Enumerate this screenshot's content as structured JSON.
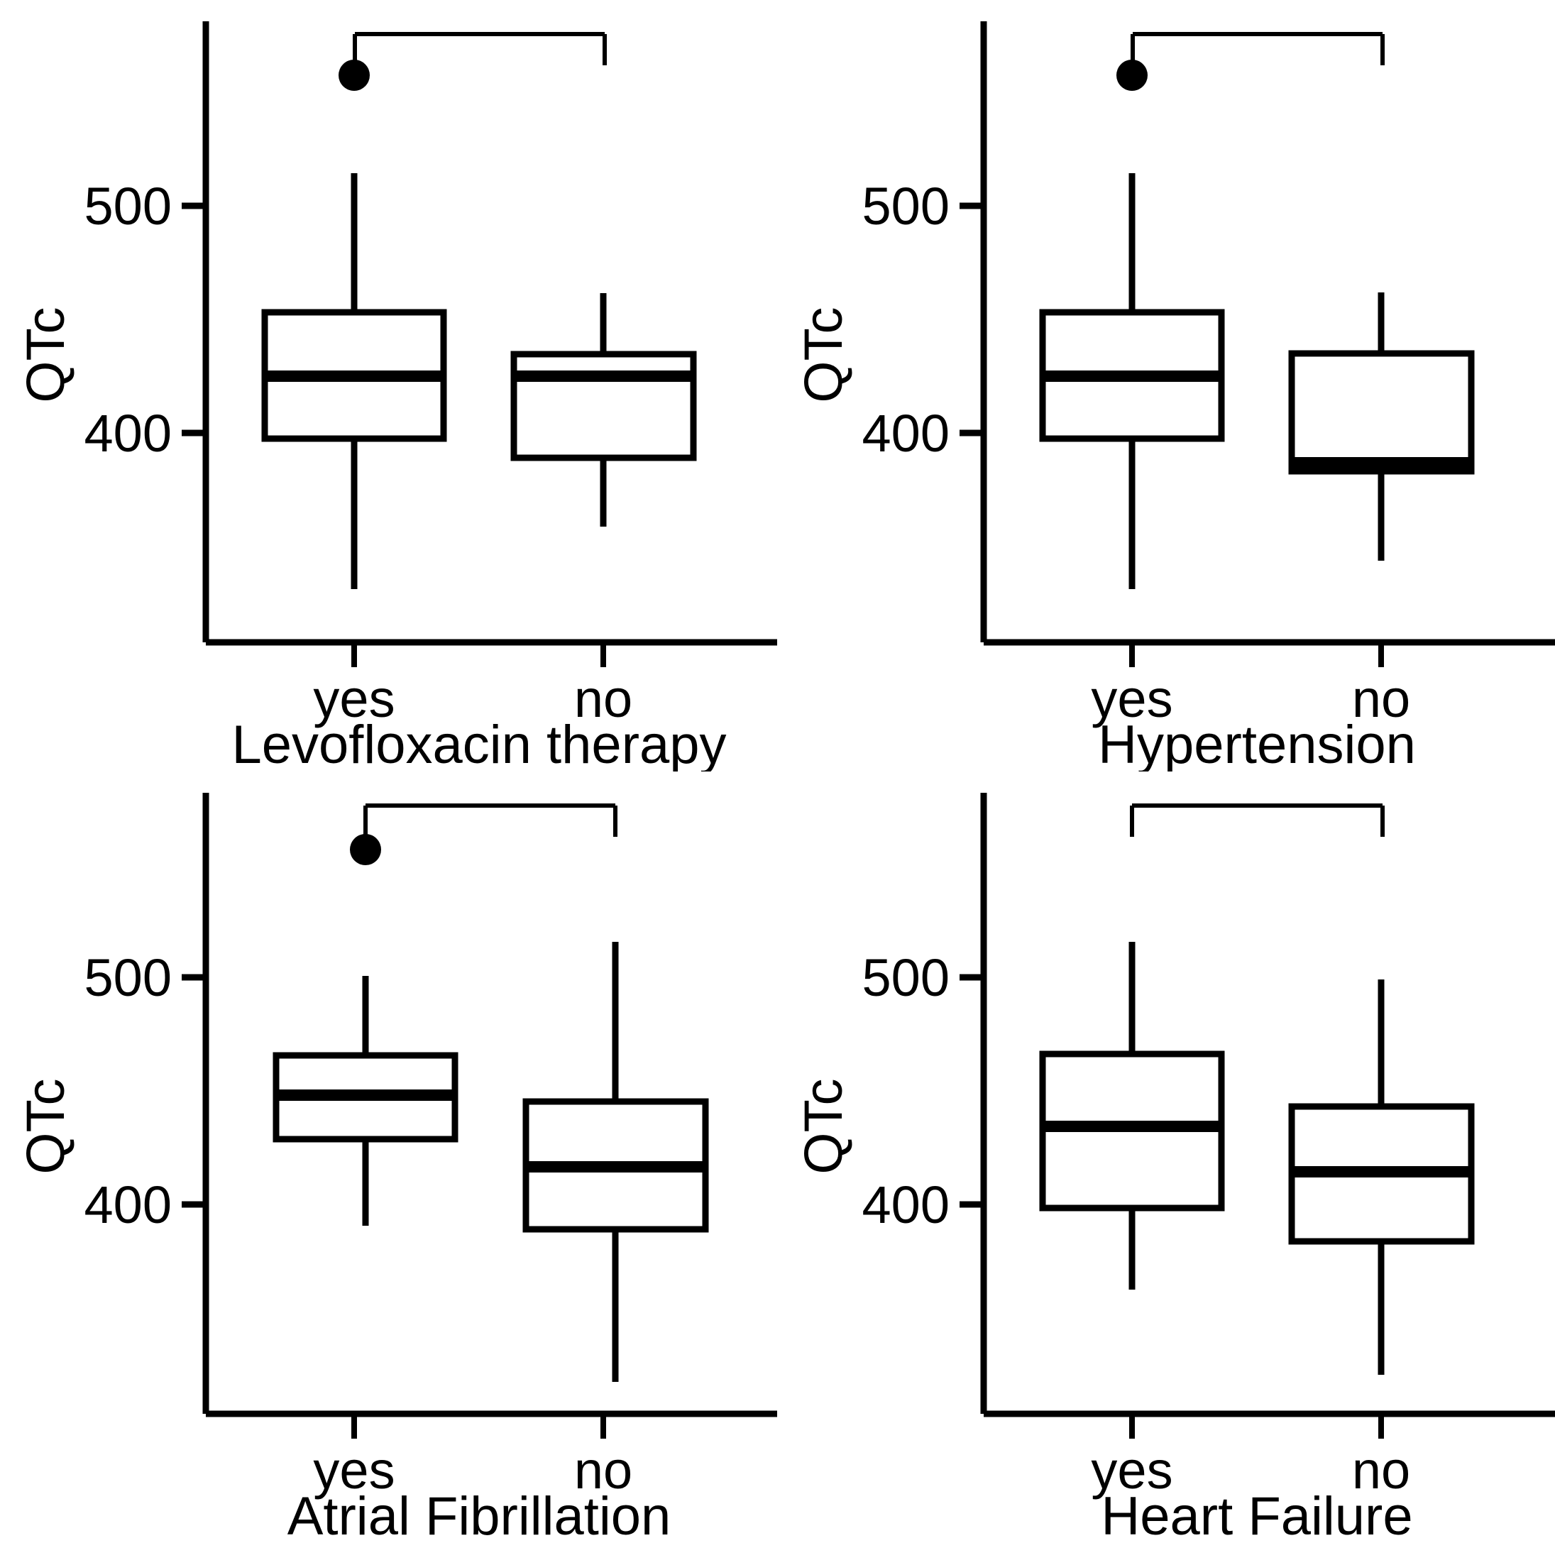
{
  "figure": {
    "type": "boxplot-grid",
    "rows": 2,
    "cols": 2,
    "background": "#ffffff",
    "line_color": "#000000",
    "y_axis_label": "QTc",
    "y_ticks": [
      400,
      500
    ],
    "y_tick_labels": [
      "400",
      "500"
    ],
    "category_labels": [
      "yes",
      "no"
    ]
  },
  "chart_data": {
    "type": "box",
    "title": "",
    "ylabel": "QTc",
    "xlabel": "",
    "ylim": [
      300,
      600
    ],
    "grid": false,
    "legend": false,
    "y_ticks": [
      400,
      500
    ],
    "panels": [
      {
        "id": "levofloxacin",
        "xlabel": "Levofloxacin therapy",
        "ylabel": "QTc",
        "categories": [
          "yes",
          "no"
        ],
        "significance_bracket": {
          "from": "yes",
          "to": "no",
          "label": ""
        },
        "boxes": [
          {
            "category": "yes",
            "lower_whisker": 340,
            "q1": 394,
            "median": 422,
            "q3": 450,
            "upper_whisker": 518,
            "outliers": [
              563
            ]
          },
          {
            "category": "no",
            "lower_whisker": 363,
            "q1": 381,
            "median": 422,
            "q3": 431,
            "upper_whisker": 459,
            "outliers": []
          }
        ]
      },
      {
        "id": "hypertension",
        "xlabel": "Hypertension",
        "ylabel": "QTc",
        "categories": [
          "yes",
          "no"
        ],
        "significance_bracket": {
          "from": "yes",
          "to": "no",
          "label": ""
        },
        "boxes": [
          {
            "category": "yes",
            "lower_whisker": 340,
            "q1": 394,
            "median": 422,
            "q3": 450,
            "upper_whisker": 518,
            "outliers": [
              563
            ]
          },
          {
            "category": "no",
            "lower_whisker": 369,
            "q1": 379,
            "median": 382,
            "q3": 431,
            "upper_whisker": 459,
            "outliers": []
          }
        ]
      },
      {
        "id": "atrial-fibrillation",
        "xlabel": "Atrial Fibrillation",
        "ylabel": "QTc",
        "categories": [
          "yes",
          "no"
        ],
        "significance_bracket": {
          "from": "yes",
          "to": "no",
          "label": ""
        },
        "boxes": [
          {
            "category": "yes",
            "lower_whisker": 380,
            "q1": 425,
            "median": 437,
            "q3": 455,
            "upper_whisker": 497,
            "outliers": [
              559
            ]
          },
          {
            "category": "no",
            "lower_whisker": 333,
            "q1": 382,
            "median": 410,
            "q3": 440,
            "upper_whisker": 518,
            "outliers": []
          }
        ]
      },
      {
        "id": "heart-failure",
        "xlabel": "Heart Failure",
        "ylabel": "QTc",
        "categories": [
          "yes",
          "no"
        ],
        "significance_bracket": {
          "from": "yes",
          "to": "no",
          "label": ""
        },
        "boxes": [
          {
            "category": "yes",
            "lower_whisker": 381,
            "q1": 398,
            "median": 429,
            "q3": 457,
            "upper_whisker": 518,
            "outliers": []
          },
          {
            "category": "no",
            "lower_whisker": 345,
            "q1": 380,
            "median": 409,
            "q3": 440,
            "upper_whisker": 497,
            "outliers": []
          }
        ]
      }
    ]
  },
  "panel_titles": {
    "p1": "Levofloxacin therapy",
    "p2": "Hypertension",
    "p3": "Atrial Fibrillation",
    "p4": "Heart Failure"
  },
  "labels": {
    "yes": "yes",
    "no": "no",
    "qtc": "QTc",
    "t400": "400",
    "t500": "500"
  }
}
